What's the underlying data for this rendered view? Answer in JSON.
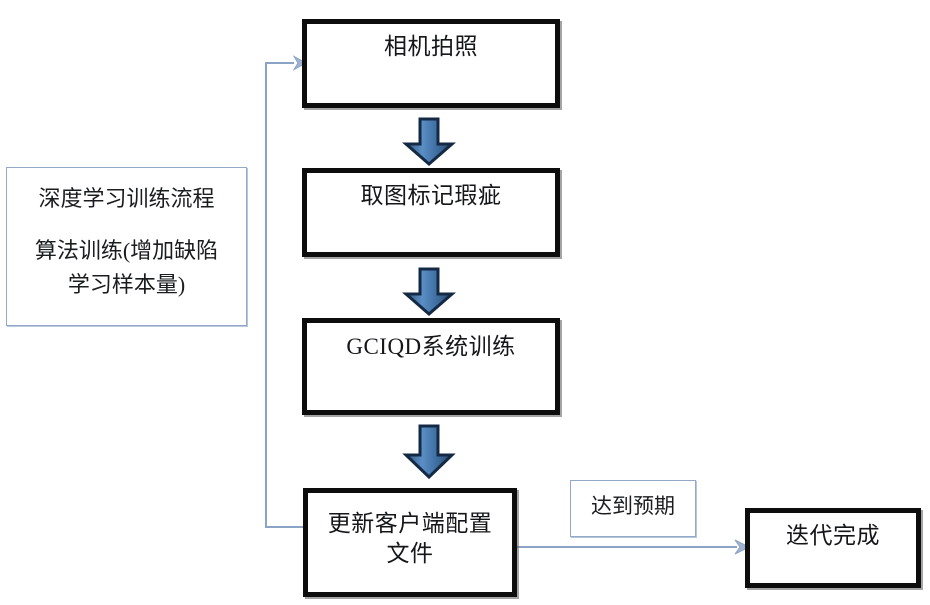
{
  "diagram": {
    "title": "深度学习训练流程",
    "type": "flowchart",
    "accent_color": "#3f6fae",
    "box_border_color": "#0d0d0d",
    "note_border_color": "#93a9c9",
    "connector_color": "#8ba4c6",
    "nodes": {
      "training_note": {
        "line1": "深度学习训练流程",
        "line2": "算法训练(增加缺陷\n学习样本量)"
      },
      "step1": {
        "label": "相机拍照"
      },
      "step2": {
        "label": "取图标记瑕疵"
      },
      "step3": {
        "label": "GCIQD系统训练"
      },
      "step4": {
        "label": "更新客户端配置\n文件"
      },
      "condition": {
        "label": "达到预期"
      },
      "end": {
        "label": "迭代完成"
      }
    },
    "arrows": {
      "down1": {
        "name": "arrow-step1-to-step2"
      },
      "down2": {
        "name": "arrow-step2-to-step3"
      },
      "down3": {
        "name": "arrow-step3-to-step4"
      },
      "feedback": {
        "name": "feedback-loop-step4-to-step1"
      },
      "to_end": {
        "name": "arrow-step4-to-end"
      }
    }
  }
}
